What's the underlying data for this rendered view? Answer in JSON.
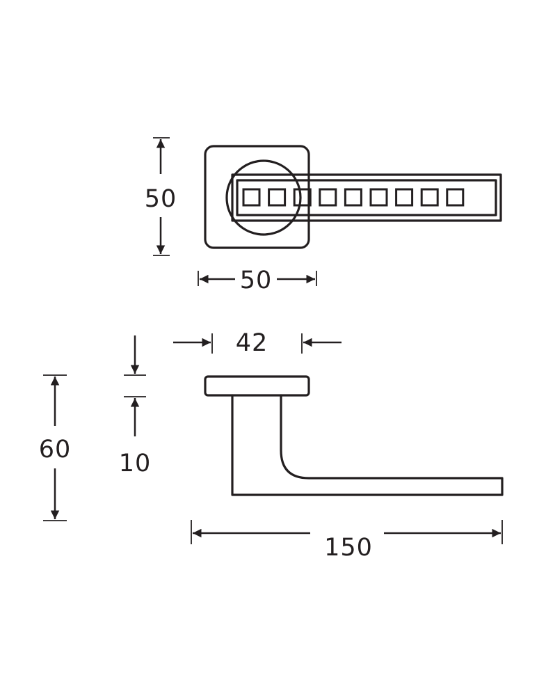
{
  "colors": {
    "line": "#231f20",
    "background": "#ffffff"
  },
  "dimensions": {
    "top_height": "50",
    "top_width": "50",
    "rose_width": "42",
    "rose_thickness": "10",
    "side_height": "60",
    "lever_length": "150"
  },
  "lever_top_view": {
    "square_inlay_count": 9
  }
}
